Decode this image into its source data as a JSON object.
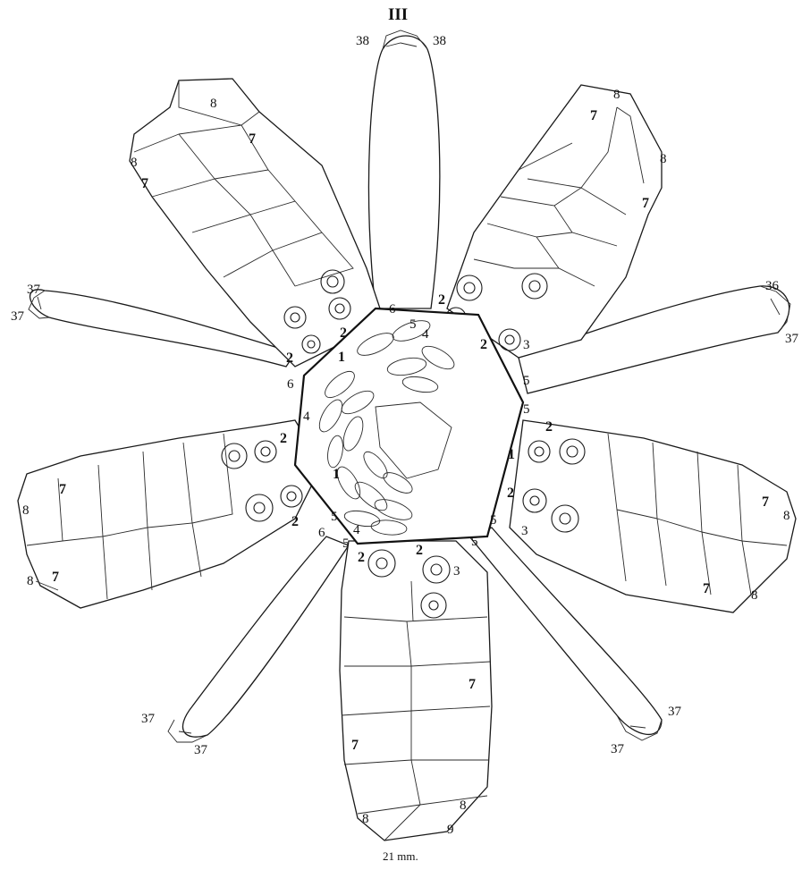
{
  "figure": {
    "roman_numeral": "III",
    "scale_caption": "21 mm.",
    "ray_labels": {
      "top_left": "38",
      "top_right": "38",
      "upper_left_a": "37",
      "upper_left_b": "37",
      "upper_right_a": "36",
      "upper_right_b": "37",
      "lower_left_a": "37",
      "lower_left_b": "37",
      "lower_right_a": "37",
      "lower_right_b": "37"
    },
    "arm_labels": {
      "eight": "8",
      "seven": "7",
      "nine": "9"
    },
    "plate_labels": {
      "one": "1",
      "two": "2",
      "three": "3",
      "four": "4",
      "five": "5",
      "six": "6"
    }
  }
}
